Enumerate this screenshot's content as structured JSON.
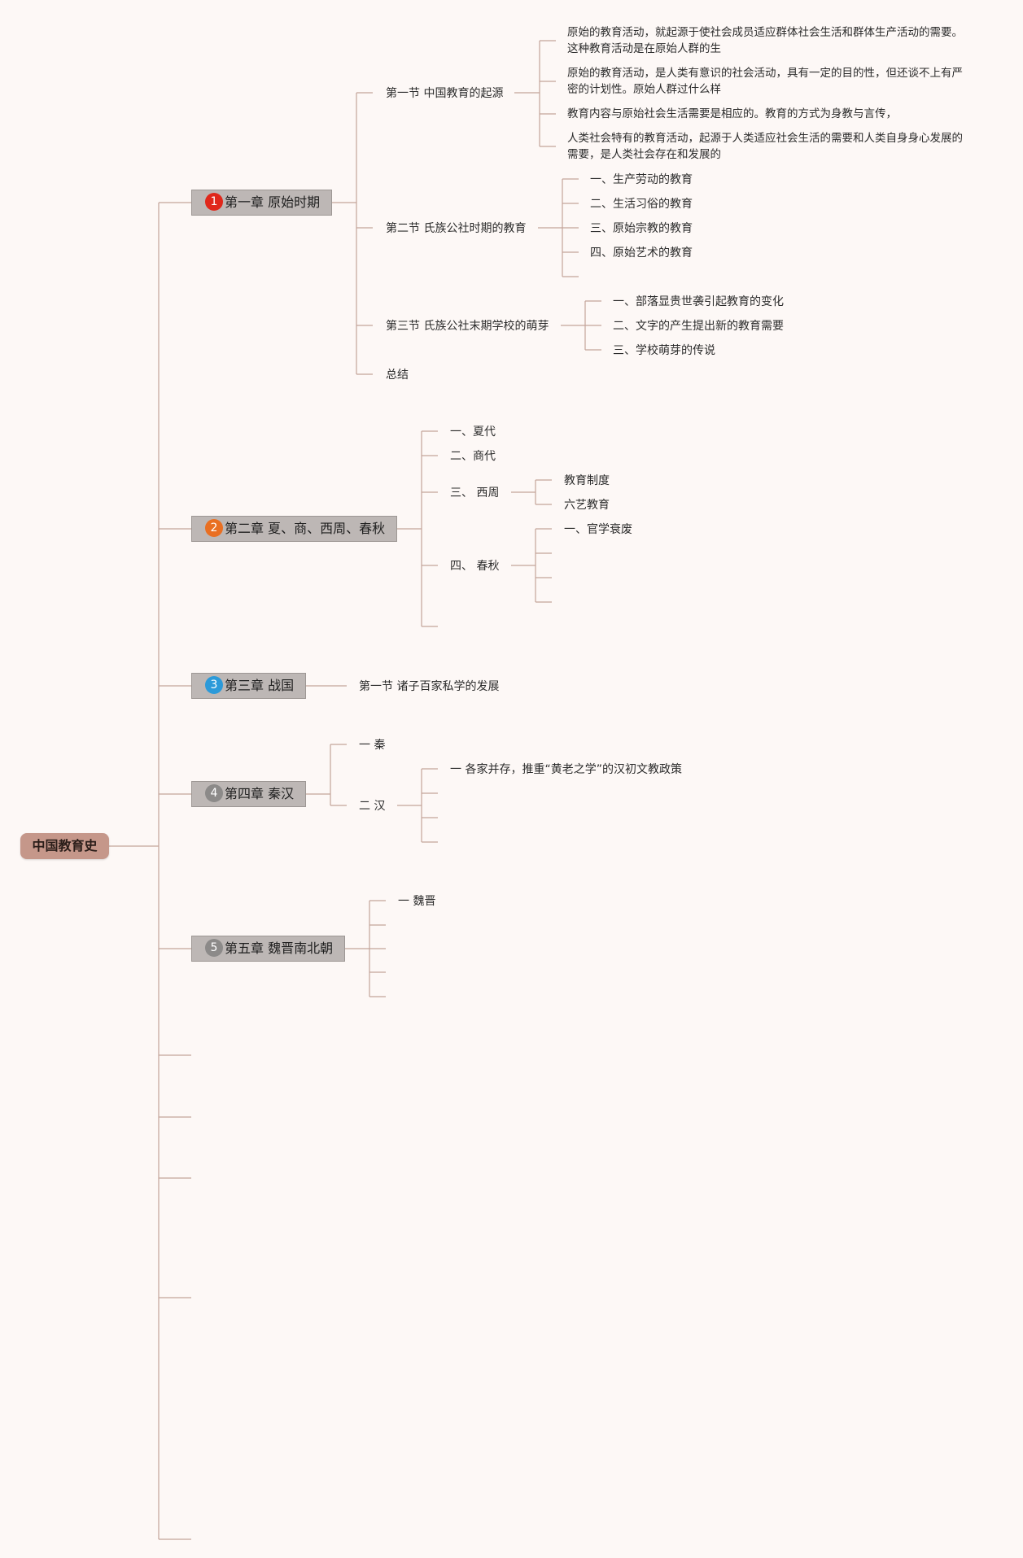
{
  "root": "中国教育史",
  "chapters": [
    {
      "badge": "1",
      "badge_color": "#e0281b",
      "title": "第一章 原始时期",
      "sections": [
        {
          "title": "第一节 中国教育的起源",
          "items": [
            "原始的教育活动，就起源于使社会成员适应群体社会生活和群体生产活动的需要。这种教育活动是在原始人群的生",
            "原始的教育活动，是人类有意识的社会活动，具有一定的目的性，但还谈不上有严密的计划性。原始人群过什么样",
            "教育内容与原始社会生活需要是相应的。教育的方式为身教与言传，",
            "人类社会特有的教育活动，起源于人类适应社会生活的需要和人类自身身心发展的需要，是人类社会存在和发展的"
          ]
        },
        {
          "title": "第二节 氏族公社时期的教育",
          "items": [
            "一、生产劳动的教育",
            "二、生活习俗的教育",
            "三、原始宗教的教育",
            "四、原始艺术的教育"
          ]
        },
        {
          "title": "第三节 氏族公社末期学校的萌芽",
          "items": [
            "一、部落显贵世袭引起教育的变化",
            "二、文字的产生提出新的教育需要",
            "三、学校萌芽的传说"
          ]
        },
        {
          "title": "总结"
        }
      ]
    },
    {
      "badge": "2",
      "badge_color": "#e96f22",
      "title": "第二章 夏、商、西周、春秋",
      "sections": [
        {
          "title": "一、夏代"
        },
        {
          "title": "二、商代"
        },
        {
          "title": "三、 西周",
          "items": [
            "教育制度",
            "六艺教育"
          ]
        },
        {
          "title": "四、 春秋",
          "items": [
            "一、官学衰废"
          ]
        }
      ]
    },
    {
      "badge": "3",
      "badge_color": "#2c9ad9",
      "title": "第三章 战国",
      "sections": [
        {
          "title": "第一节 诸子百家私学的发展"
        }
      ]
    },
    {
      "badge": "4",
      "badge_color": "#8c8a89",
      "title": "第四章 秦汉",
      "sections": [
        {
          "title": "一 秦"
        },
        {
          "title": "二 汉",
          "items": [
            "一  各家并存，推重“黄老之学”的汉初文教政策"
          ]
        }
      ]
    },
    {
      "badge": "5",
      "badge_color": "#8c8a89",
      "title": "第五章 魏晋南北朝",
      "sections": [
        {
          "title": "一 魏晋"
        }
      ]
    }
  ],
  "colors": {
    "line": "#b08a7e",
    "line_light": "#d9c2ba"
  }
}
